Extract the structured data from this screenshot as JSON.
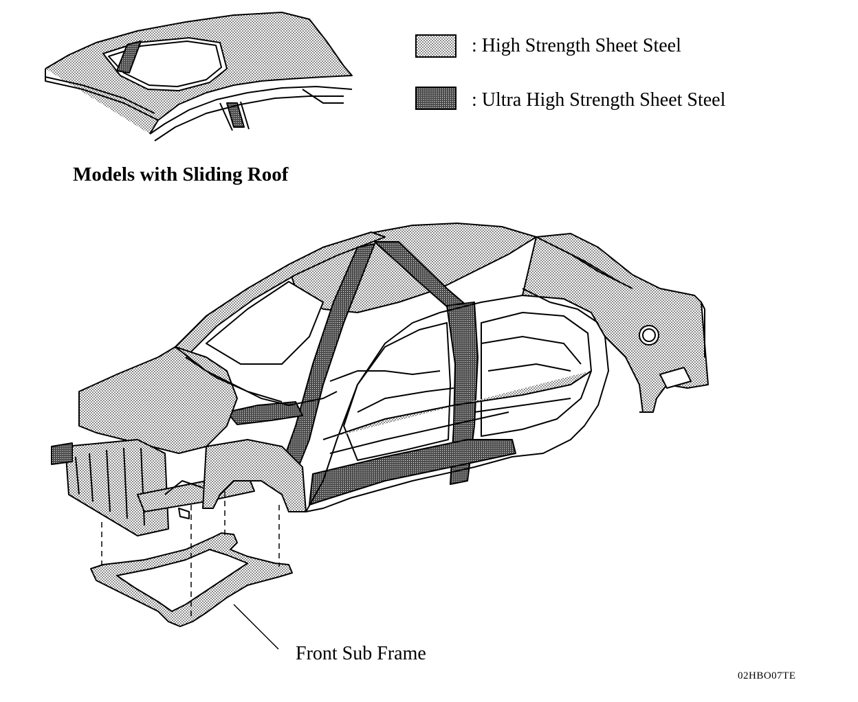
{
  "legend": {
    "items": [
      {
        "label": ": High Strength Sheet Steel",
        "pattern": "light-dotted"
      },
      {
        "label": ": Ultra High Strength Sheet Steel",
        "pattern": "dark-dotted"
      }
    ]
  },
  "inset": {
    "caption": "Models with Sliding Roof"
  },
  "callouts": {
    "front_sub_frame": "Front Sub Frame"
  },
  "figure_code": "02HBO07TE",
  "colors": {
    "ink": "#000000",
    "background": "#ffffff",
    "high_strength_fill": "#c8c8c8",
    "ultra_high_strength_fill": "#555555"
  }
}
